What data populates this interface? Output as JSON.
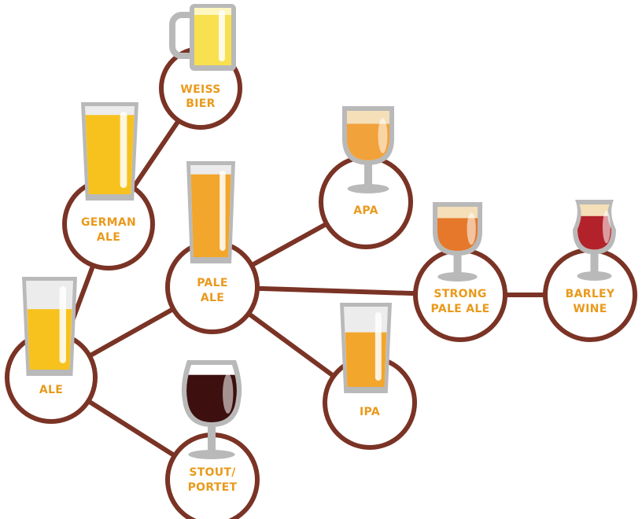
{
  "colors": {
    "line": "#7a3325",
    "label": "#e99a1c",
    "glass": "#b9b9b9",
    "glass_empty": "#ececec"
  },
  "nodes": [
    {
      "id": "ale",
      "label": [
        "ALE"
      ],
      "glass": "pint-glass",
      "beer_color": "#f7c21d"
    },
    {
      "id": "german-ale",
      "label": [
        "GERMAN",
        "ALE"
      ],
      "glass": "tall-glass",
      "beer_color": "#f7c21d"
    },
    {
      "id": "weiss-bier",
      "label": [
        "WEISS",
        "BIER"
      ],
      "glass": "mug",
      "beer_color": "#f8e04e"
    },
    {
      "id": "pale-ale",
      "label": [
        "PALE",
        "ALE"
      ],
      "glass": "tall-glass",
      "beer_color": "#f2a62b"
    },
    {
      "id": "apa",
      "label": [
        "APA"
      ],
      "glass": "goblet",
      "beer_color": "#f2a23a"
    },
    {
      "id": "ipa",
      "label": [
        "IPA"
      ],
      "glass": "pint-glass",
      "beer_color": "#f2a62b"
    },
    {
      "id": "strong-pale-ale",
      "label": [
        "STRONG",
        "PALE ALE"
      ],
      "glass": "goblet",
      "beer_color": "#e5782a"
    },
    {
      "id": "barley-wine",
      "label": [
        "BARLEY",
        "WINE"
      ],
      "glass": "tulip-glass",
      "beer_color": "#b3222b"
    },
    {
      "id": "stout-portet",
      "label": [
        "STOUT/",
        "PORTET"
      ],
      "glass": "wine-glass",
      "beer_color": "#3d0f0f"
    }
  ],
  "edges": [
    [
      "ale",
      "german-ale"
    ],
    [
      "ale",
      "pale-ale"
    ],
    [
      "ale",
      "stout-portet"
    ],
    [
      "german-ale",
      "weiss-bier"
    ],
    [
      "pale-ale",
      "apa"
    ],
    [
      "pale-ale",
      "ipa"
    ],
    [
      "pale-ale",
      "strong-pale-ale"
    ],
    [
      "strong-pale-ale",
      "barley-wine"
    ]
  ]
}
